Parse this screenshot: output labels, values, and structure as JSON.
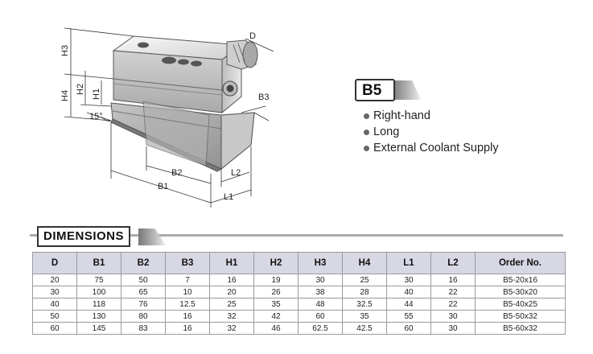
{
  "badge": "B5",
  "features": [
    "Right-hand",
    "Long",
    "External Coolant Supply"
  ],
  "dimensions_title": "DIMENSIONS",
  "drawing_labels": {
    "D": "D",
    "H3": "H3",
    "H4": "H4",
    "H2": "H2",
    "H1": "H1",
    "angle": "15°",
    "B3": "B3",
    "B2": "B2",
    "B1": "B1",
    "L2": "L2",
    "L1": "L1"
  },
  "table": {
    "headers": [
      "D",
      "B1",
      "B2",
      "B3",
      "H1",
      "H2",
      "H3",
      "H4",
      "L1",
      "L2",
      "Order No."
    ],
    "rows": [
      [
        "20",
        "75",
        "50",
        "7",
        "16",
        "19",
        "30",
        "25",
        "30",
        "16",
        "B5-20x16"
      ],
      [
        "30",
        "100",
        "65",
        "10",
        "20",
        "26",
        "38",
        "28",
        "40",
        "22",
        "B5-30x20"
      ],
      [
        "40",
        "118",
        "76",
        "12.5",
        "25",
        "35",
        "48",
        "32.5",
        "44",
        "22",
        "B5-40x25"
      ],
      [
        "50",
        "130",
        "80",
        "16",
        "32",
        "42",
        "60",
        "35",
        "55",
        "30",
        "B5-50x32"
      ],
      [
        "60",
        "145",
        "83",
        "16",
        "32",
        "46",
        "62.5",
        "42.5",
        "60",
        "30",
        "B5-60x32"
      ]
    ]
  }
}
